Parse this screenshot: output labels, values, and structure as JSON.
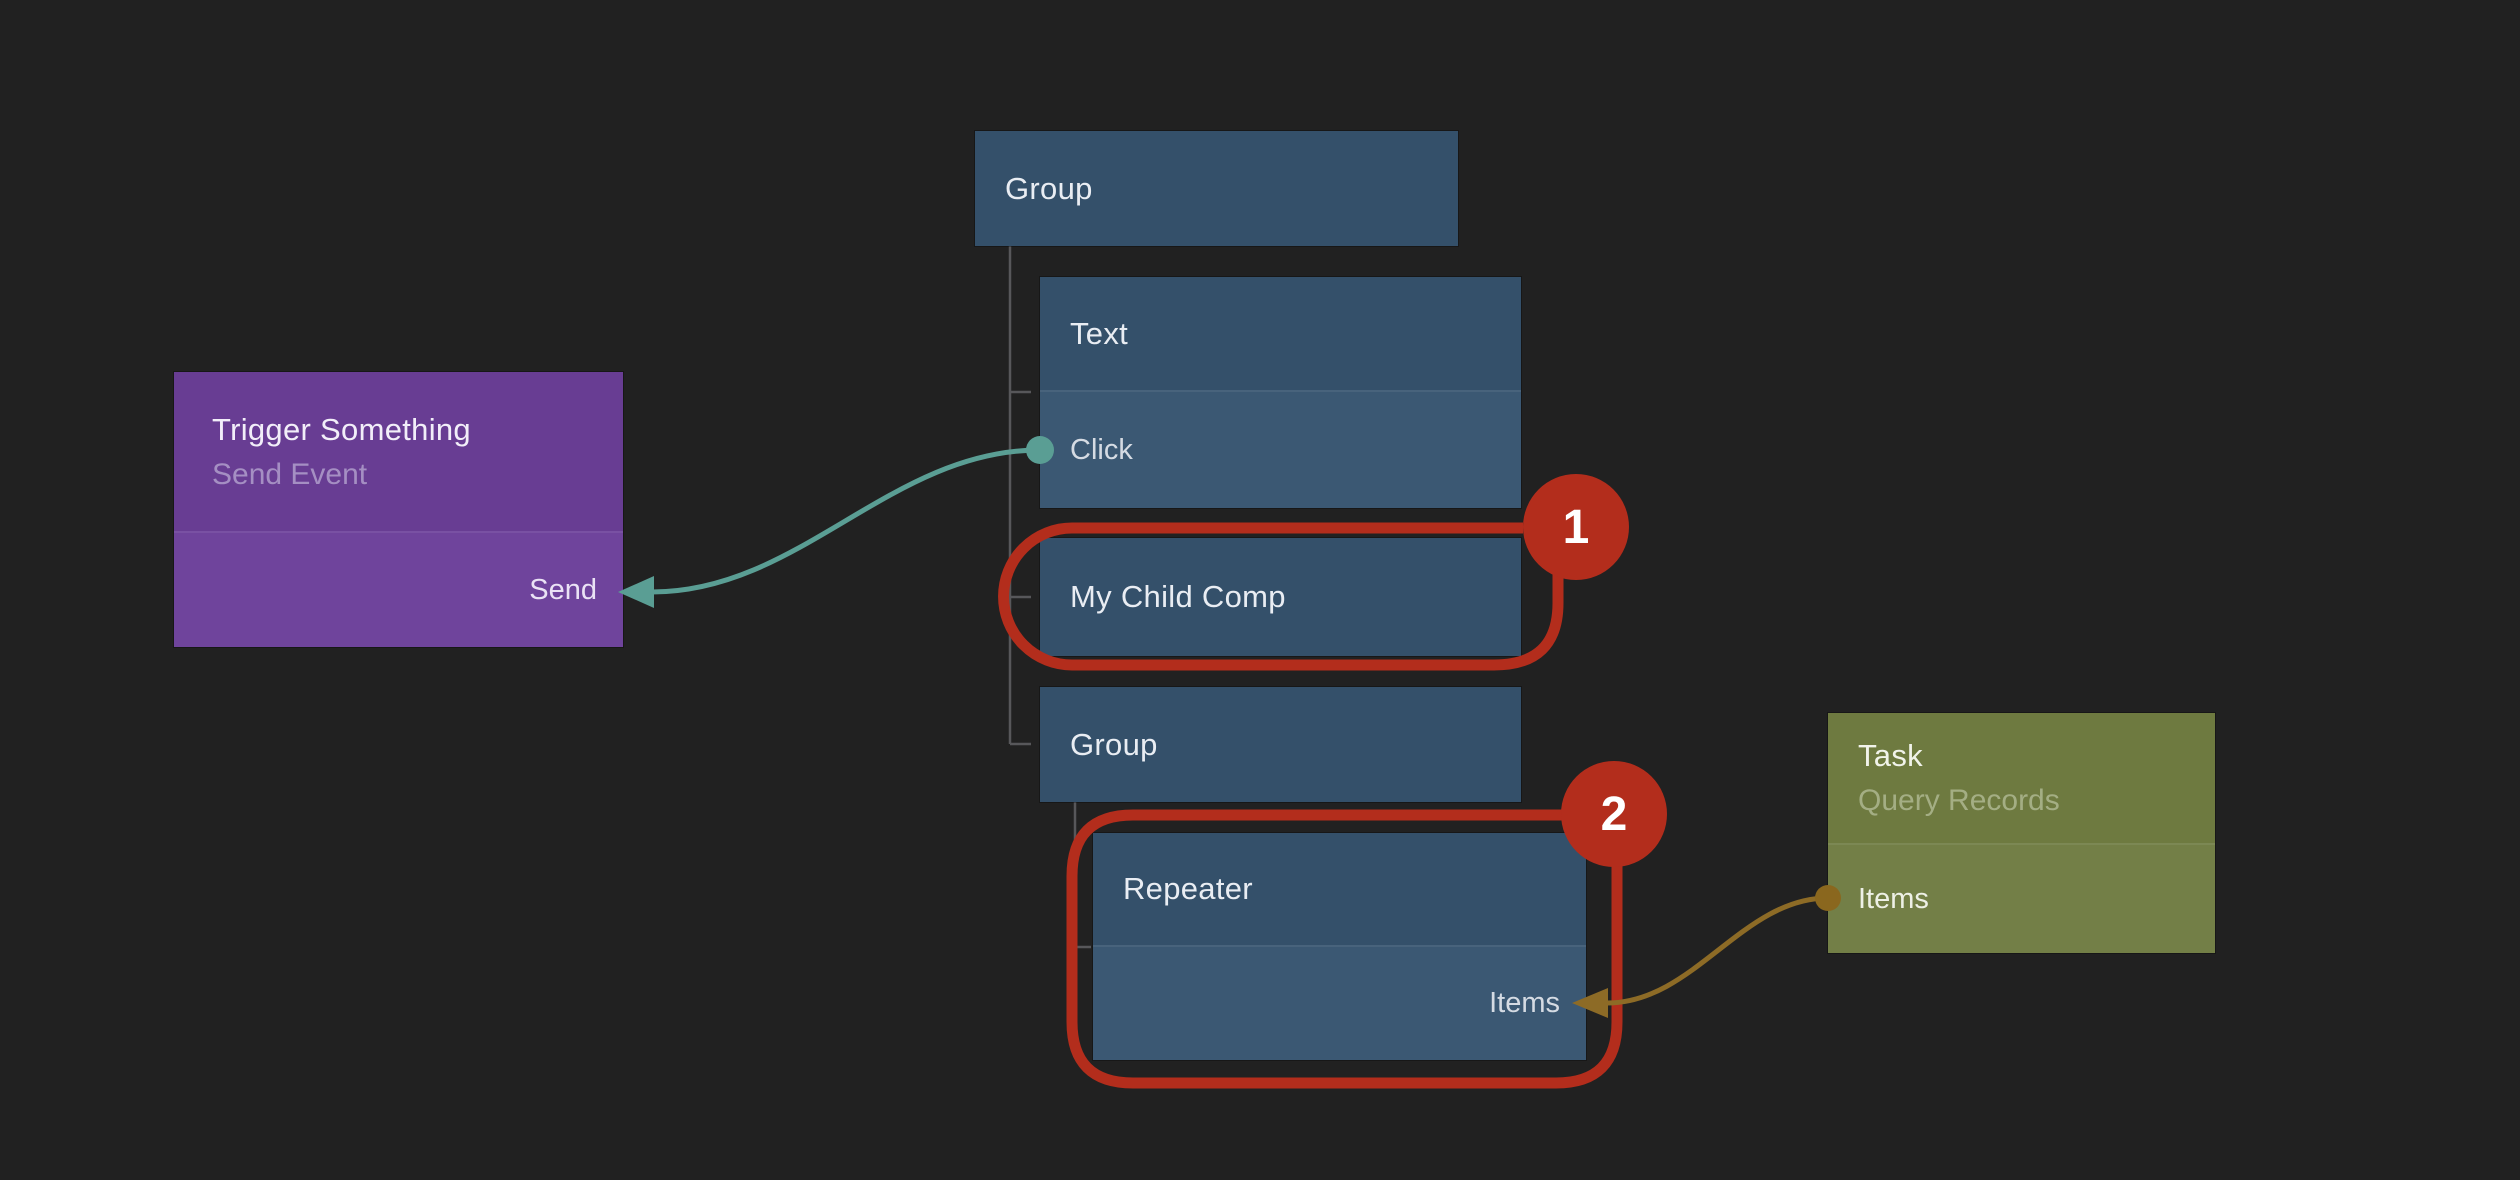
{
  "canvas": {
    "background": "#212121",
    "description": "node graph canvas with component tree, connections and red callout annotations"
  },
  "colors": {
    "background": "#212121",
    "node_blue_header": "#34506a",
    "node_blue_body": "#3b5873",
    "node_purple_header": "#683d93",
    "node_purple_body": "#6f449c",
    "node_green_header": "#6e7a40",
    "node_green_body": "#737f47",
    "connection_teal": "#5a9e94",
    "connection_gold": "#8d6b26",
    "annotation_red": "#b32d1c",
    "tree_line_grey": "#57575a",
    "title_text": "#e9edf3",
    "badge_text": "#ffffff"
  },
  "nodes": {
    "group1": {
      "title": "Group"
    },
    "text_node": {
      "title": "Text",
      "port_click": "Click"
    },
    "my_child_comp": {
      "title": "My Child Comp"
    },
    "group2": {
      "title": "Group"
    },
    "repeater": {
      "title": "Repeater",
      "port_items": "Items"
    },
    "task": {
      "title": "Task",
      "subtitle": "Query Records",
      "port_items": "Items"
    },
    "trigger": {
      "title": "Trigger Something",
      "subtitle": "Send Event",
      "port_send": "Send"
    }
  },
  "annotations": {
    "badge1": {
      "label": "1"
    },
    "badge2": {
      "label": "2"
    }
  }
}
